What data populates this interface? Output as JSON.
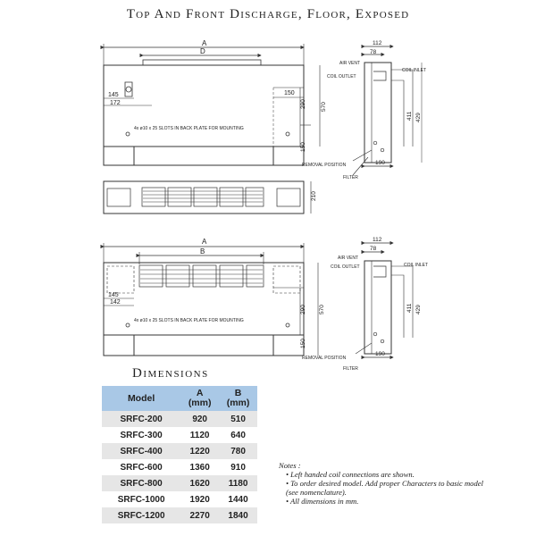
{
  "title": "Top And Front Discharge, Floor, Exposed",
  "drawing": {
    "dim_a": "A",
    "dim_b": "B",
    "dim_d": "D",
    "dim_145": "145",
    "dim_172": "172",
    "dim_142": "142",
    "dim_150": "150",
    "dim_290": "290",
    "dim_570": "570",
    "dim_210": "210",
    "dim_112": "112",
    "dim_78": "78",
    "dim_411": "411",
    "dim_429": "429",
    "dim_190": "190",
    "slots_note": "4x ø10 x 25 SLOTS IN BACK PLATE FOR MOUNTING",
    "air_vent": "AIR VENT",
    "coil_inlet": "COIL INLET",
    "coil_outlet": "COIL OUTLET",
    "removal_position": "REMOVAL POSITION",
    "filter": "FILTER"
  },
  "dimensions": {
    "heading": "Dimensions",
    "headers": {
      "model": "Model",
      "a": "A",
      "a_unit": "(mm)",
      "b": "B",
      "b_unit": "(mm)"
    },
    "rows": [
      {
        "model": "SRFC-200",
        "a": "920",
        "b": "510"
      },
      {
        "model": "SRFC-300",
        "a": "1120",
        "b": "640"
      },
      {
        "model": "SRFC-400",
        "a": "1220",
        "b": "780"
      },
      {
        "model": "SRFC-600",
        "a": "1360",
        "b": "910"
      },
      {
        "model": "SRFC-800",
        "a": "1620",
        "b": "1180"
      },
      {
        "model": "SRFC-1000",
        "a": "1920",
        "b": "1440"
      },
      {
        "model": "SRFC-1200",
        "a": "2270",
        "b": "1840"
      }
    ]
  },
  "notes": {
    "heading": "Notes :",
    "items": [
      "Left handed coil connections are shown.",
      "To order desired model. Add proper Characters to basic model (see nomenclature).",
      "All dimensions in mm."
    ]
  }
}
